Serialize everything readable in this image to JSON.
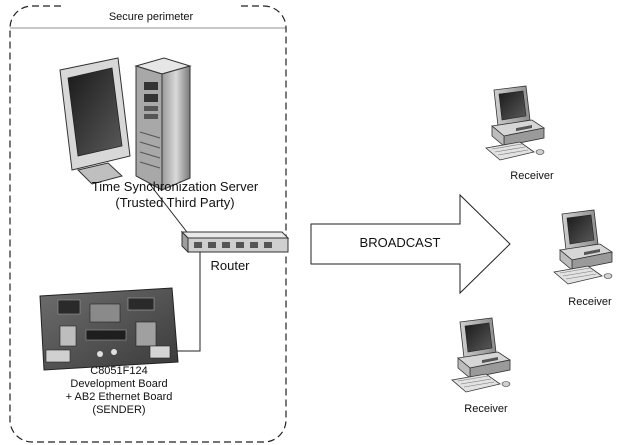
{
  "perimeter": {
    "label": "Secure perimeter"
  },
  "server": {
    "line1": "Time Synchronization Server",
    "line2": "(Trusted Third Party)"
  },
  "router": {
    "label": "Router"
  },
  "board": {
    "line1": "C8051F124",
    "line2": "Development Board",
    "line3": "+ AB2 Ethernet Board",
    "line4": "(SENDER)"
  },
  "broadcast": {
    "label": "BROADCAST"
  },
  "receivers": [
    {
      "label": "Receiver"
    },
    {
      "label": "Receiver"
    },
    {
      "label": "Receiver"
    }
  ]
}
